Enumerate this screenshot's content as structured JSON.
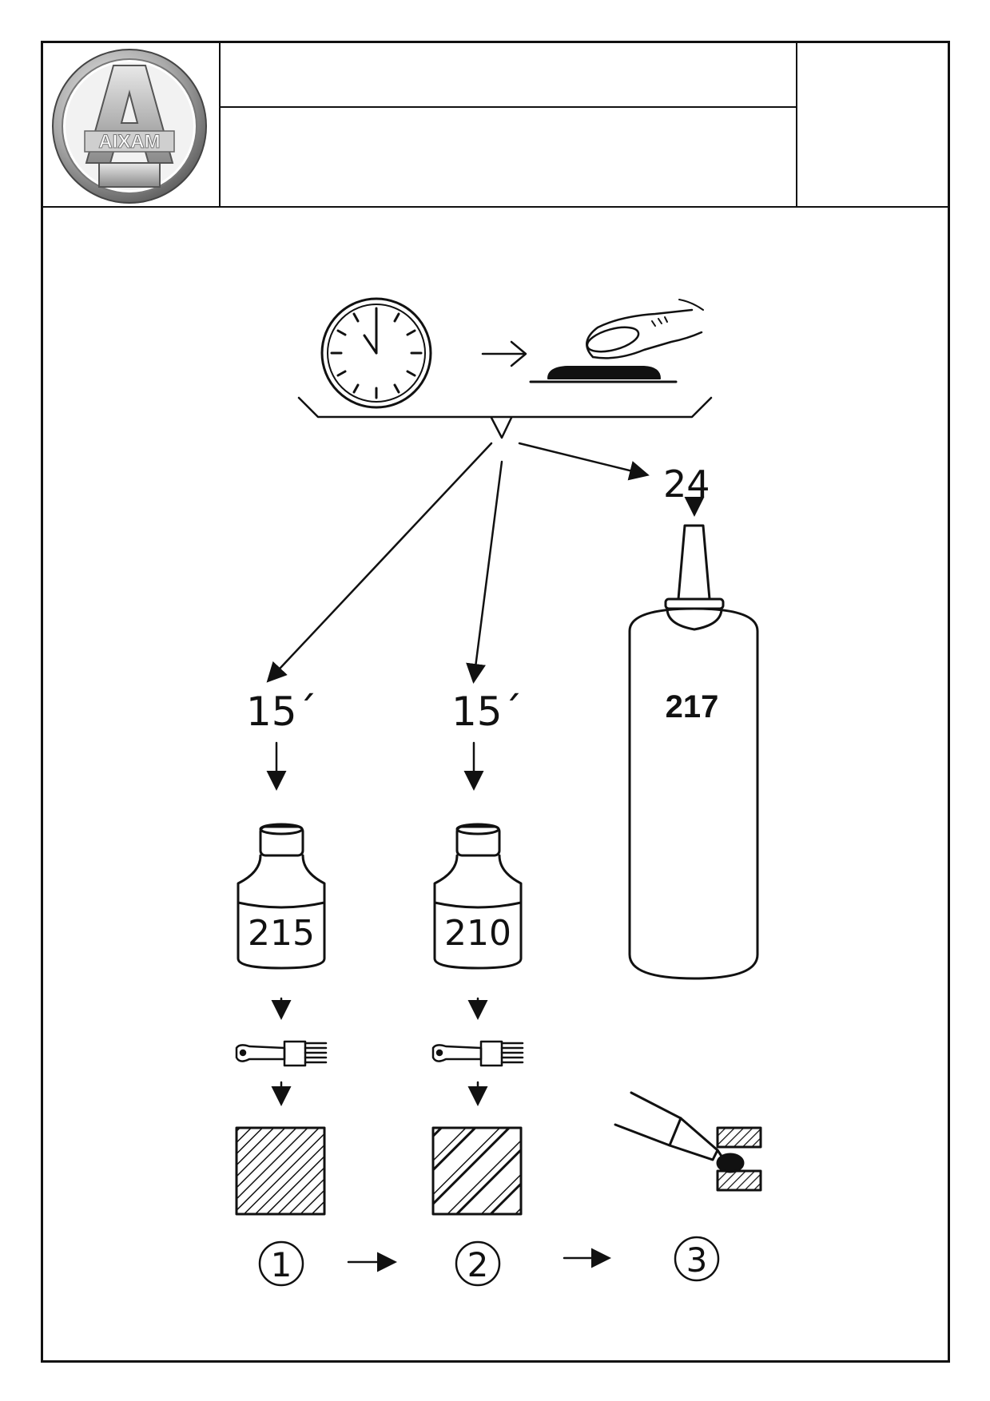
{
  "header": {
    "logo_text": "AIXAM",
    "title_line_1": "",
    "title_line_2": "",
    "reference": ""
  },
  "diagram": {
    "cure_time_label": "24",
    "step_1_time": "15´",
    "step_2_time": "15´",
    "product_1_label": "215",
    "product_2_label": "210",
    "product_3_label": "217",
    "step_1_number": "1",
    "step_2_number": "2",
    "step_3_number": "3"
  },
  "colors": {
    "ink": "#111111",
    "logo_metal": "#b8b8b8"
  }
}
